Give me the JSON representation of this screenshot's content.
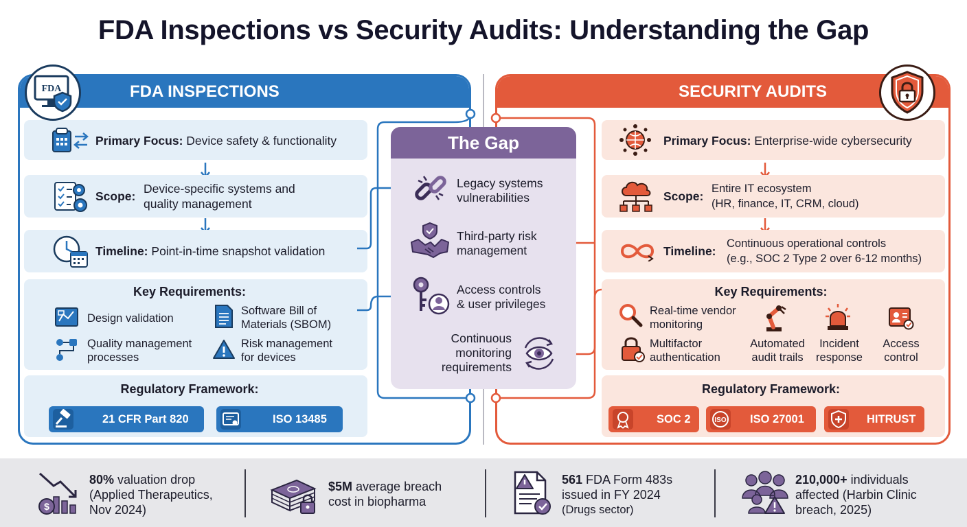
{
  "title": "FDA Inspections vs Security Audits: Understanding the Gap",
  "fda": {
    "header": "FDA INSPECTIONS",
    "logo_text": "FDA",
    "primary_focus": {
      "label": "Primary Focus:",
      "text": "Device safety & functionality"
    },
    "scope": {
      "label": "Scope:",
      "line1": "Device-specific systems and",
      "line2": "quality management"
    },
    "timeline": {
      "label": "Timeline:",
      "text": "Point-in-time snapshot validation"
    },
    "key_requirements": {
      "title": "Key Requirements:",
      "items": [
        {
          "line1": "Design validation",
          "line2": ""
        },
        {
          "line1": "Software Bill of",
          "line2": "Materials (SBOM)"
        },
        {
          "line1": "Quality management",
          "line2": "processes"
        },
        {
          "line1": "Risk management",
          "line2": "for devices"
        }
      ]
    },
    "regulatory_framework": {
      "title": "Regulatory Framework:",
      "badges": [
        "21 CFR Part 820",
        "ISO 13485"
      ]
    }
  },
  "gap": {
    "title": "The Gap",
    "items": [
      {
        "line1": "Legacy systems",
        "line2": "vulnerabilities",
        "line3": ""
      },
      {
        "line1": "Third-party risk",
        "line2": "management",
        "line3": ""
      },
      {
        "line1": "Access controls",
        "line2": "& user privileges",
        "line3": ""
      },
      {
        "line1": "Continuous",
        "line2": "monitoring",
        "line3": "requirements"
      }
    ]
  },
  "security": {
    "header": "SECURITY AUDITS",
    "primary_focus": {
      "label": "Primary Focus:",
      "text": "Enterprise-wide cybersecurity"
    },
    "scope": {
      "label": "Scope:",
      "line1": "Entire IT ecosystem",
      "line2": "(HR, finance, IT, CRM, cloud)"
    },
    "timeline": {
      "label": "Timeline:",
      "line1": "Continuous operational controls",
      "line2": "(e.g., SOC 2 Type 2 over 6-12 months)"
    },
    "key_requirements": {
      "title": "Key Requirements:",
      "items": [
        {
          "line1": "Real-time vendor",
          "line2": "monitoring"
        },
        {
          "line1": "Multifactor",
          "line2": "authentication"
        },
        {
          "line1": "Automated",
          "line2": "audit trails"
        },
        {
          "line1": "Incident",
          "line2": "response"
        },
        {
          "line1": "Access",
          "line2": "control"
        }
      ]
    },
    "regulatory_framework": {
      "title": "Regulatory Framework:",
      "badges": [
        "SOC 2",
        "ISO 27001",
        "HITRUST"
      ],
      "iso_icon_text": "ISO"
    }
  },
  "stats": [
    {
      "bold": "80%",
      "rest": " valuation drop",
      "line2": "(Applied Therapeutics,",
      "line3": "Nov 2024)"
    },
    {
      "bold": "$5M",
      "rest": " average breach",
      "line2": "cost in biopharma",
      "line3": ""
    },
    {
      "bold": "561",
      "rest": " FDA Form 483s",
      "line2": "issued in FY 2024",
      "line3": "(Drugs sector)"
    },
    {
      "bold": "210,000+",
      "rest": " individuals",
      "line2": "affected (Harbin Clinic",
      "line3": "breach, 2025)"
    }
  ],
  "colors": {
    "fda_blue": "#2a76be",
    "security_red": "#e35a3b",
    "gap_purple": "#7c6499",
    "fda_card": "#e4eff8",
    "security_card": "#fbe6de",
    "gap_bg": "#e7e1ee"
  }
}
